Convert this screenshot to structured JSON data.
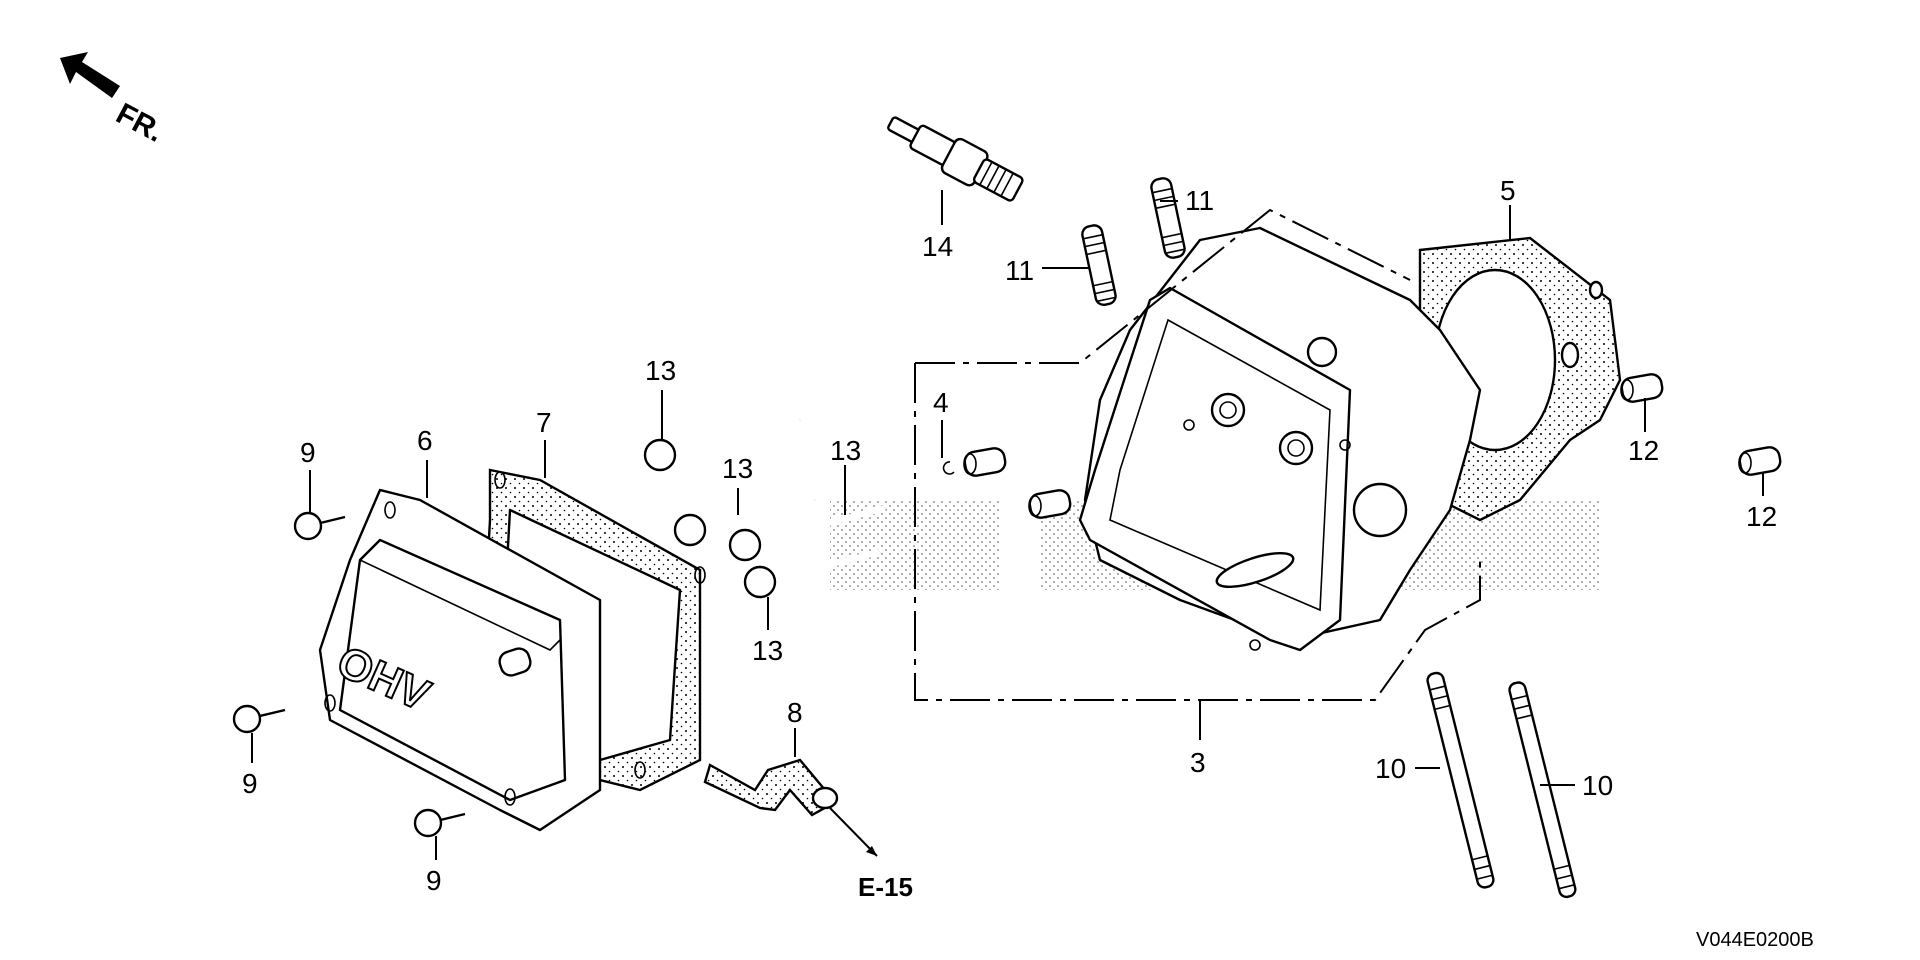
{
  "diagram": {
    "title": "Cylinder Head exploded parts diagram",
    "direction_marker": {
      "label": "FR.",
      "icon": "front-direction-arrow-icon"
    },
    "figure_code": "V044E0200B",
    "cross_reference": {
      "label": "E-15",
      "from_callout": "8"
    },
    "callouts": [
      {
        "id": "c3",
        "number": "3",
        "part": "cylinder head assembly"
      },
      {
        "id": "c4",
        "number": "4",
        "part": "clip"
      },
      {
        "id": "c5",
        "number": "5",
        "part": "cylinder head gasket"
      },
      {
        "id": "c6",
        "number": "6",
        "part": "head cover (OHV)"
      },
      {
        "id": "c7",
        "number": "7",
        "part": "head cover gasket"
      },
      {
        "id": "c8",
        "number": "8",
        "part": "breather tube"
      },
      {
        "id": "c9a",
        "number": "9",
        "part": "flange bolt"
      },
      {
        "id": "c9b",
        "number": "9",
        "part": "flange bolt"
      },
      {
        "id": "c9c",
        "number": "9",
        "part": "flange bolt"
      },
      {
        "id": "c10a",
        "number": "10",
        "part": "stud bolt"
      },
      {
        "id": "c10b",
        "number": "10",
        "part": "stud bolt"
      },
      {
        "id": "c11a",
        "number": "11",
        "part": "stud bolt"
      },
      {
        "id": "c11b",
        "number": "11",
        "part": "stud bolt"
      },
      {
        "id": "c12a",
        "number": "12",
        "part": "dowel pin"
      },
      {
        "id": "c12b",
        "number": "12",
        "part": "dowel pin"
      },
      {
        "id": "c13a",
        "number": "13",
        "part": "flange bolt"
      },
      {
        "id": "c13b",
        "number": "13",
        "part": "flange bolt"
      },
      {
        "id": "c13c",
        "number": "13",
        "part": "flange bolt"
      },
      {
        "id": "c13d",
        "number": "13",
        "part": "flange bolt"
      },
      {
        "id": "c14",
        "number": "14",
        "part": "spark plug"
      }
    ],
    "cover_emboss_text": "OHV",
    "colors": {
      "line": "#000000",
      "background": "#ffffff"
    }
  }
}
